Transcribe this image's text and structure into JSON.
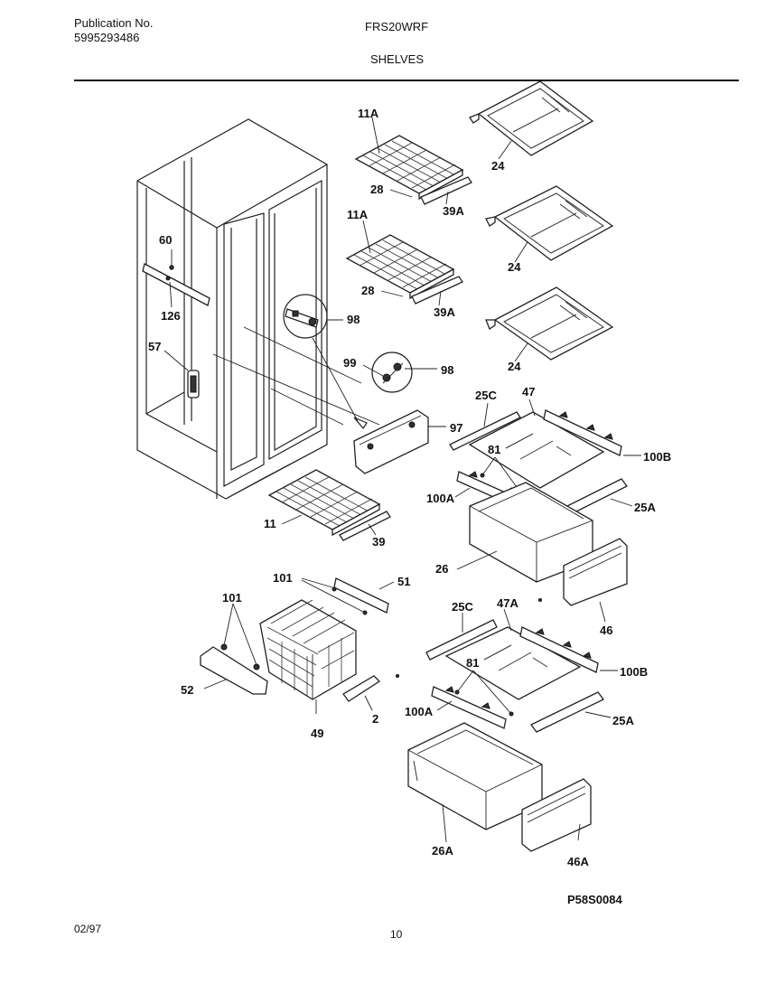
{
  "header": {
    "publication_label": "Publication No.",
    "publication_number": "5995293486",
    "model": "FRS20WRF",
    "section": "SHELVES"
  },
  "footer": {
    "date": "02/97",
    "page": "10",
    "drawing_id": "P58S0084"
  },
  "callouts": {
    "c11A_top": "11A",
    "c28_top": "28",
    "c39A_top": "39A",
    "c24_1": "24",
    "c11A_mid": "11A",
    "c28_mid": "28",
    "c39A_mid": "39A",
    "c24_2": "24",
    "c24_3": "24",
    "c60": "60",
    "c126": "126",
    "c57": "57",
    "c98_a": "98",
    "c99": "99",
    "c98_b": "98",
    "c97": "97",
    "c25C_a": "25C",
    "c47": "47",
    "c81_a": "81",
    "c100B_a": "100B",
    "c100A_a": "100A",
    "c25A_a": "25A",
    "c11": "11",
    "c39": "39",
    "c26": "26",
    "c101_a": "101",
    "c51": "51",
    "c101_b": "101",
    "c46": "46",
    "c25C_b": "25C",
    "c47A": "47A",
    "c100B_b": "100B",
    "c81_b": "81",
    "c52": "52",
    "c2": "2",
    "c49": "49",
    "c100A_b": "100A",
    "c25A_b": "25A",
    "c26A": "26A",
    "c46A": "46A"
  }
}
